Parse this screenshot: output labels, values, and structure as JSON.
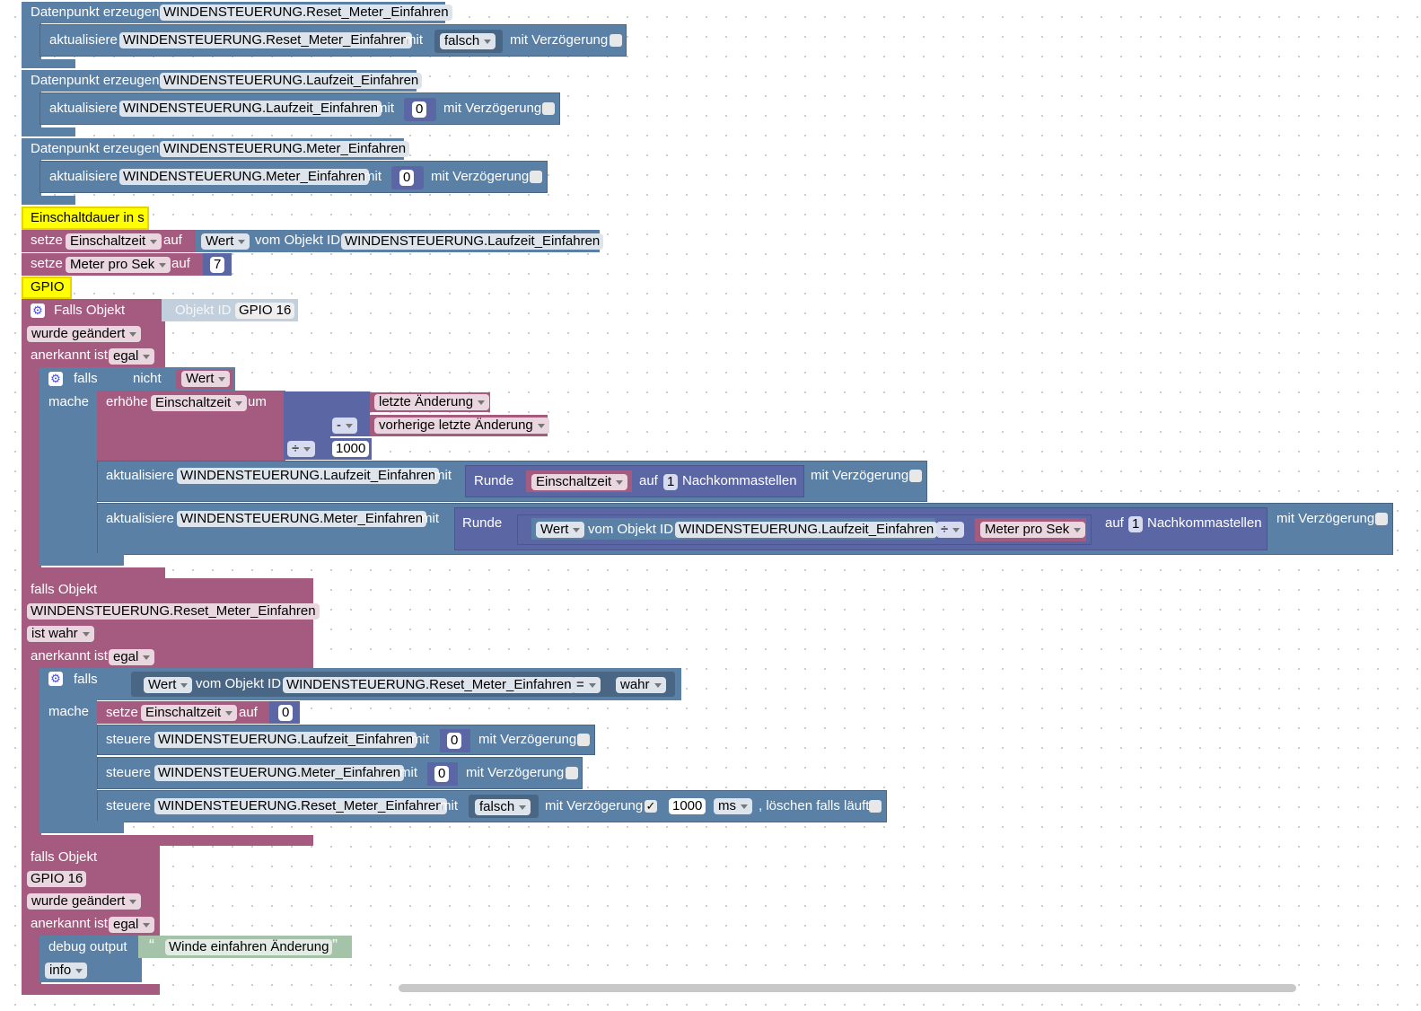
{
  "dp": [
    {
      "create": "Datenpunkt erzeugen",
      "id": "WINDENSTEUERUNG.Reset_Meter_Einfahren",
      "upd": "aktualisiere",
      "mit": "mit",
      "value": "falsch",
      "delay": "mit Verzögerung"
    },
    {
      "create": "Datenpunkt erzeugen",
      "id": "WINDENSTEUERUNG.Laufzeit_Einfahren",
      "upd": "aktualisiere",
      "mit": "mit",
      "value": "0",
      "delay": "mit Verzögerung"
    },
    {
      "create": "Datenpunkt erzeugen",
      "id": "WINDENSTEUERUNG.Meter_Einfahren",
      "upd": "aktualisiere",
      "mit": "mit",
      "value": "0",
      "delay": "mit Verzögerung"
    }
  ],
  "comment1": "Einschaltdauer in s",
  "set1": {
    "setze": "setze",
    "var": "Einschaltzeit",
    "auf": "auf",
    "wert": "Wert",
    "vom": "vom Objekt ID",
    "id": "WINDENSTEUERUNG.Laufzeit_Einfahren"
  },
  "set2": {
    "setze": "setze",
    "var": "Meter pro Sek",
    "auf": "auf",
    "value": "7"
  },
  "comment2": "GPIO",
  "trig1": {
    "falls": "Falls Objekt",
    "objid": "Objekt ID",
    "gpio": "GPIO 16",
    "changed": "wurde geändert",
    "ack": "anerkannt ist",
    "egal": "egal",
    "if": "falls",
    "nicht": "nicht",
    "wert": "Wert",
    "mache": "mache",
    "erhoehe": "erhöhe",
    "var": "Einschaltzeit",
    "um": "um",
    "last": "letzte Änderung",
    "minus": "-",
    "prev": "vorherige letzte Änderung",
    "div": "÷",
    "thousand": "1000",
    "upd1": {
      "upd": "aktualisiere",
      "id": "WINDENSTEUERUNG.Laufzeit_Einfahren",
      "mit": "mit",
      "runde": "Runde",
      "var": "Einschaltzeit",
      "auf": "auf",
      "n": "1",
      "nk": "Nachkommastellen",
      "delay": "mit Verzögerung"
    },
    "upd2": {
      "upd": "aktualisiere",
      "id": "WINDENSTEUERUNG.Meter_Einfahren",
      "mit": "mit",
      "runde": "Runde",
      "wert": "Wert",
      "vom": "vom Objekt ID",
      "oid": "WINDENSTEUERUNG.Laufzeit_Einfahren",
      "div": "÷",
      "var": "Meter pro Sek",
      "auf": "auf",
      "n": "1",
      "nk": "Nachkommastellen",
      "delay": "mit Verzögerung"
    }
  },
  "trig2": {
    "falls": "falls Objekt",
    "id": "WINDENSTEUERUNG.Reset_Meter_Einfahren",
    "istwahr": "ist wahr",
    "ack": "anerkannt ist",
    "egal": "egal",
    "if": "falls",
    "wert": "Wert",
    "vom": "vom Objekt ID",
    "oid": "WINDENSTEUERUNG.Reset_Meter_Einfahren",
    "eq": "=",
    "wahr": "wahr",
    "mache": "mache",
    "setze": "setze",
    "var": "Einschaltzeit",
    "auf": "auf",
    "zero": "0",
    "st1": {
      "steuere": "steuere",
      "id": "WINDENSTEUERUNG.Laufzeit_Einfahren",
      "mit": "mit",
      "value": "0",
      "delay": "mit Verzögerung"
    },
    "st2": {
      "steuere": "steuere",
      "id": "WINDENSTEUERUNG.Meter_Einfahren",
      "mit": "mit",
      "value": "0",
      "delay": "mit Verzögerung"
    },
    "st3": {
      "steuere": "steuere",
      "id": "WINDENSTEUERUNG.Reset_Meter_Einfahren",
      "mit": "mit",
      "value": "falsch",
      "delay": "mit Verzögerung",
      "check": "✓",
      "ms": "1000",
      "unit": "ms",
      "clear": ", löschen falls läuft"
    }
  },
  "trig3": {
    "falls": "falls Objekt",
    "id": "GPIO 16",
    "changed": "wurde geändert",
    "ack": "anerkannt ist",
    "egal": "egal",
    "debug": "debug output",
    "openq": "“",
    "text": "Winde einfahren Änderung",
    "closeq": "”",
    "level": "info"
  },
  "colors": {
    "blue": "#5b80a5",
    "magenta": "#a55b80",
    "purple": "#5b67a5",
    "yellow": "#ffff00",
    "text": "#a5c3a8"
  }
}
